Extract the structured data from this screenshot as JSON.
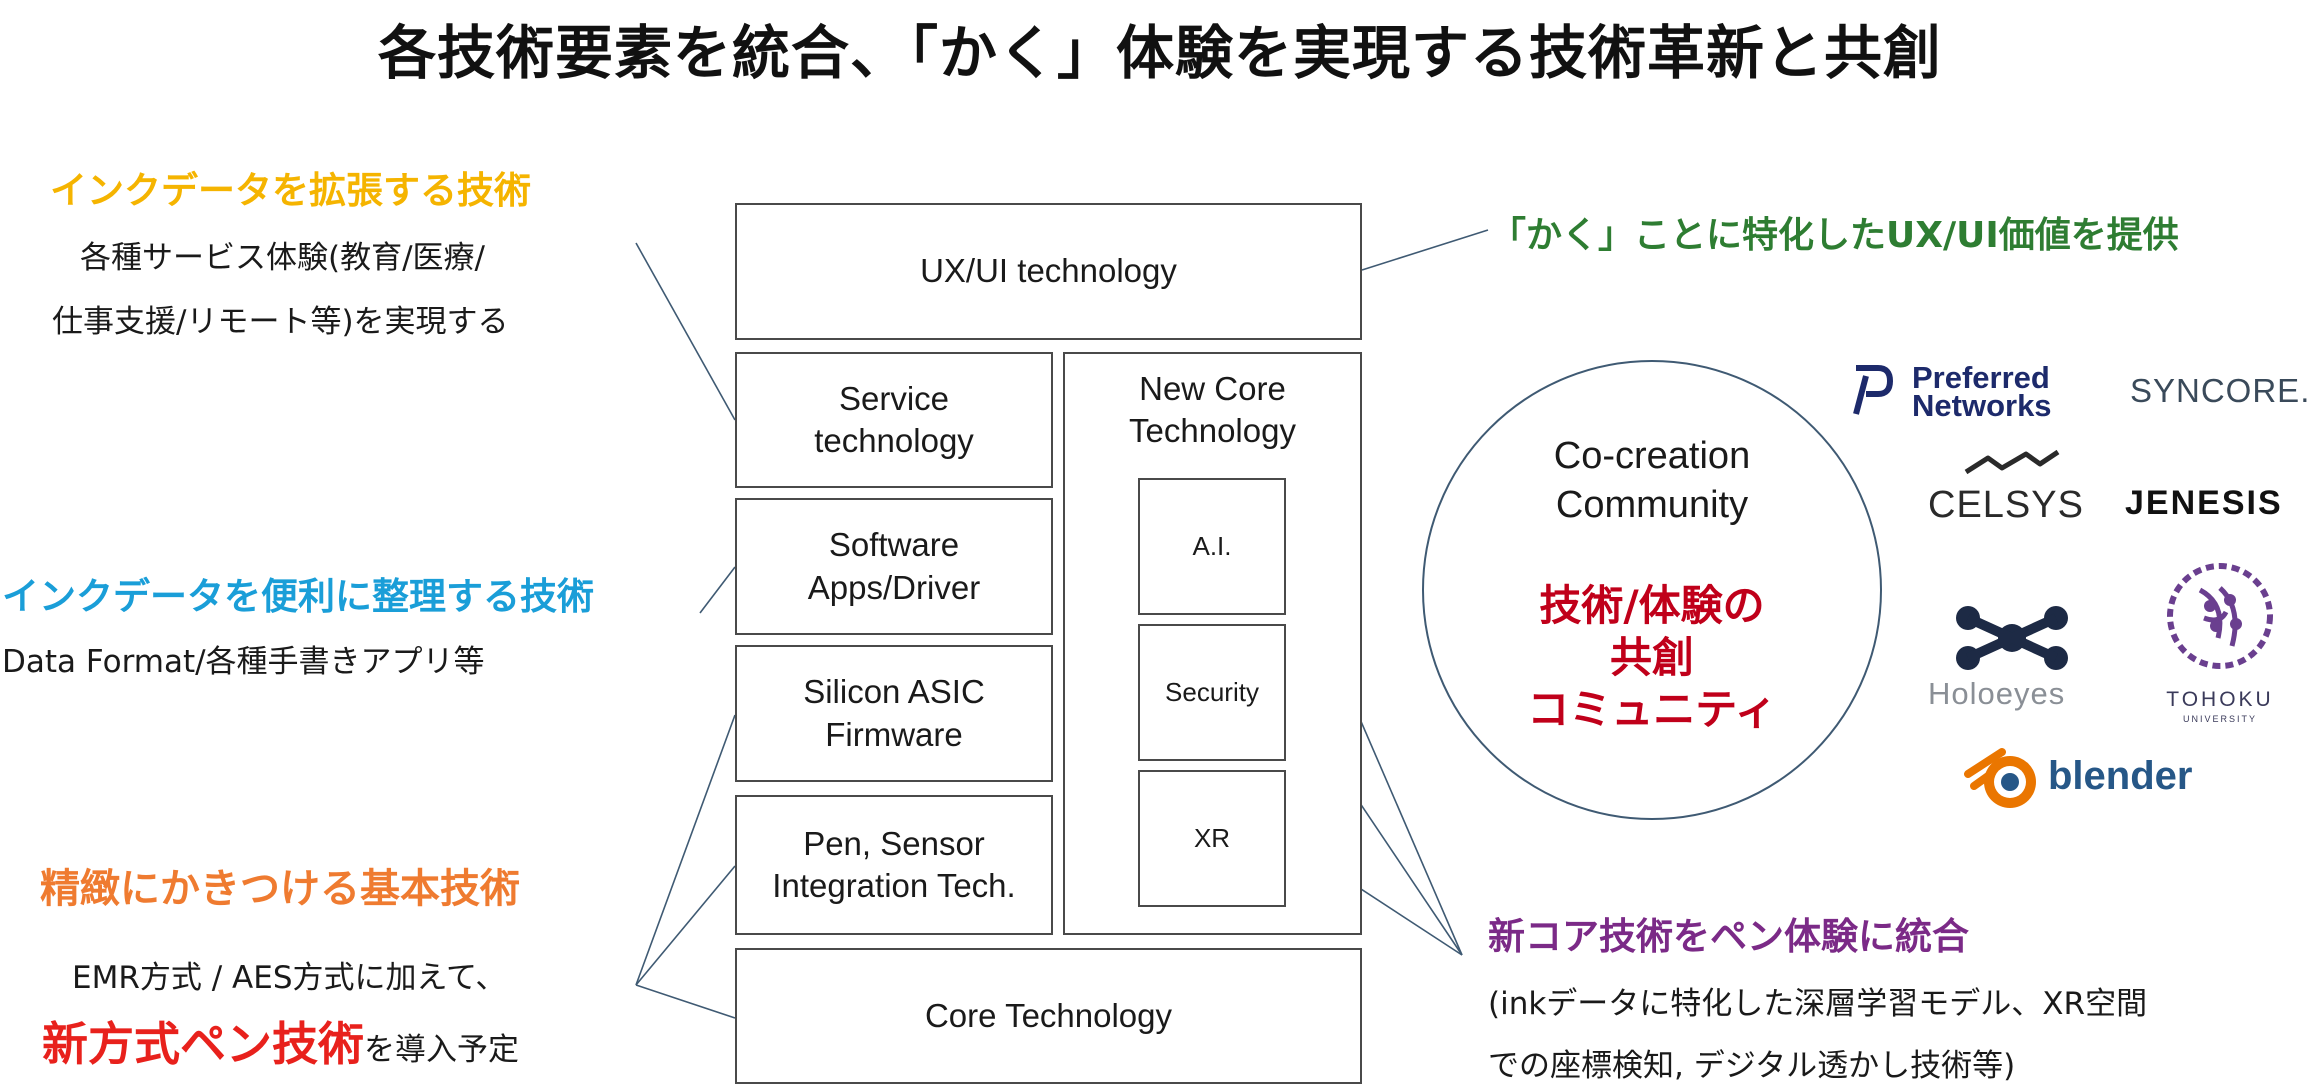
{
  "title": "各技術要素を統合、「かく」体験を実現する技術革新と共創",
  "colors": {
    "yellow": "#f5b400",
    "blue": "#1a9ed8",
    "orange": "#ef7b30",
    "red": "#e8211c",
    "green": "#2e7d32",
    "purple": "#7b2a87",
    "dark_red": "#c0001a",
    "line": "#3f5a73"
  },
  "left": {
    "expand": {
      "heading": "インクデータを拡張する技術",
      "line1": "各種サービス体験(教育/医療/",
      "line2": "仕事支援/リモート等)を実現する"
    },
    "organize": {
      "heading": "インクデータを便利に整理する技術",
      "line1": "Data Format/各種手書きアプリ等"
    },
    "precise": {
      "heading": "精緻にかきつける基本技術",
      "line1": "EMR方式 / AES方式に加えて、",
      "line2_highlight": "新方式ペン技術",
      "line2_rest": "を導入予定"
    }
  },
  "stack": {
    "ux": "UX/UI technology",
    "service": "Service\ntechnology",
    "software": "Software\nApps/Driver",
    "silicon": "Silicon ASIC\nFirmware",
    "pen": "Pen, Sensor\nIntegration Tech.",
    "core": "Core Technology",
    "new_core": "New Core\nTechnology",
    "ai": "A.I.",
    "security": "Security",
    "xr": "XR"
  },
  "right": {
    "ux_heading": "「かく」ことに特化したUX/UI価値を提供",
    "new_core_heading": "新コア技術をペン体験に統合",
    "new_core_line1": "(inkデータに特化した深層学習モデル、XR空間",
    "new_core_line2": "での座標検知, デジタル透かし技術等)"
  },
  "community": {
    "label": "Co-creation\nCommunity",
    "highlight": "技術/体験の\n共創\nコミュニティ"
  },
  "logos": {
    "pfn_line1": "Preferred",
    "pfn_line2": "Networks",
    "syncore": "SYNCORE.",
    "celsys": "CELSYS",
    "jenesis": "JENESIS",
    "holoeyes": "Holoeyes",
    "tohoku": "TOHOKU",
    "tohoku_sub": "UNIVERSITY",
    "blender": "blender"
  }
}
